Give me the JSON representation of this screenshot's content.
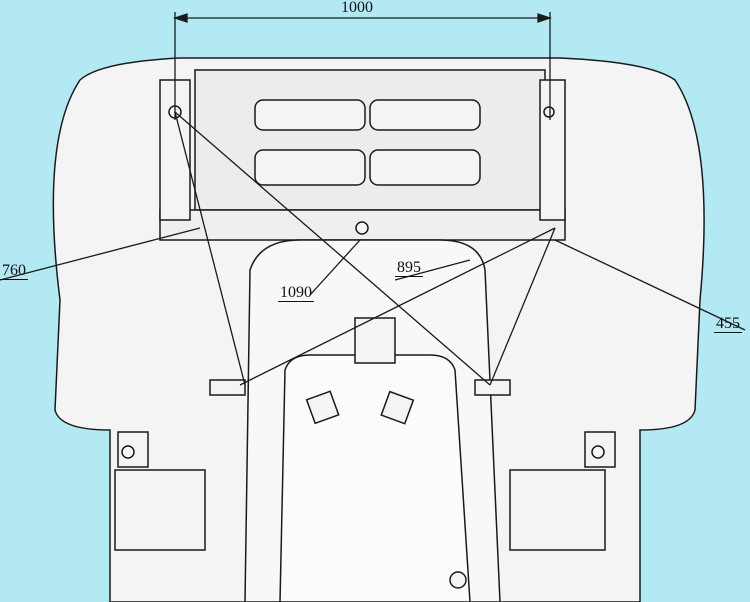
{
  "diagram": {
    "colors": {
      "background": "#b3e9f3",
      "body": "#f4f4f4",
      "line": "#1a1a1a"
    },
    "dimensions": {
      "top_width": "1000",
      "left_diagonal": "760",
      "center_left": "1090",
      "center_right": "895",
      "right_diagonal": "455"
    }
  }
}
